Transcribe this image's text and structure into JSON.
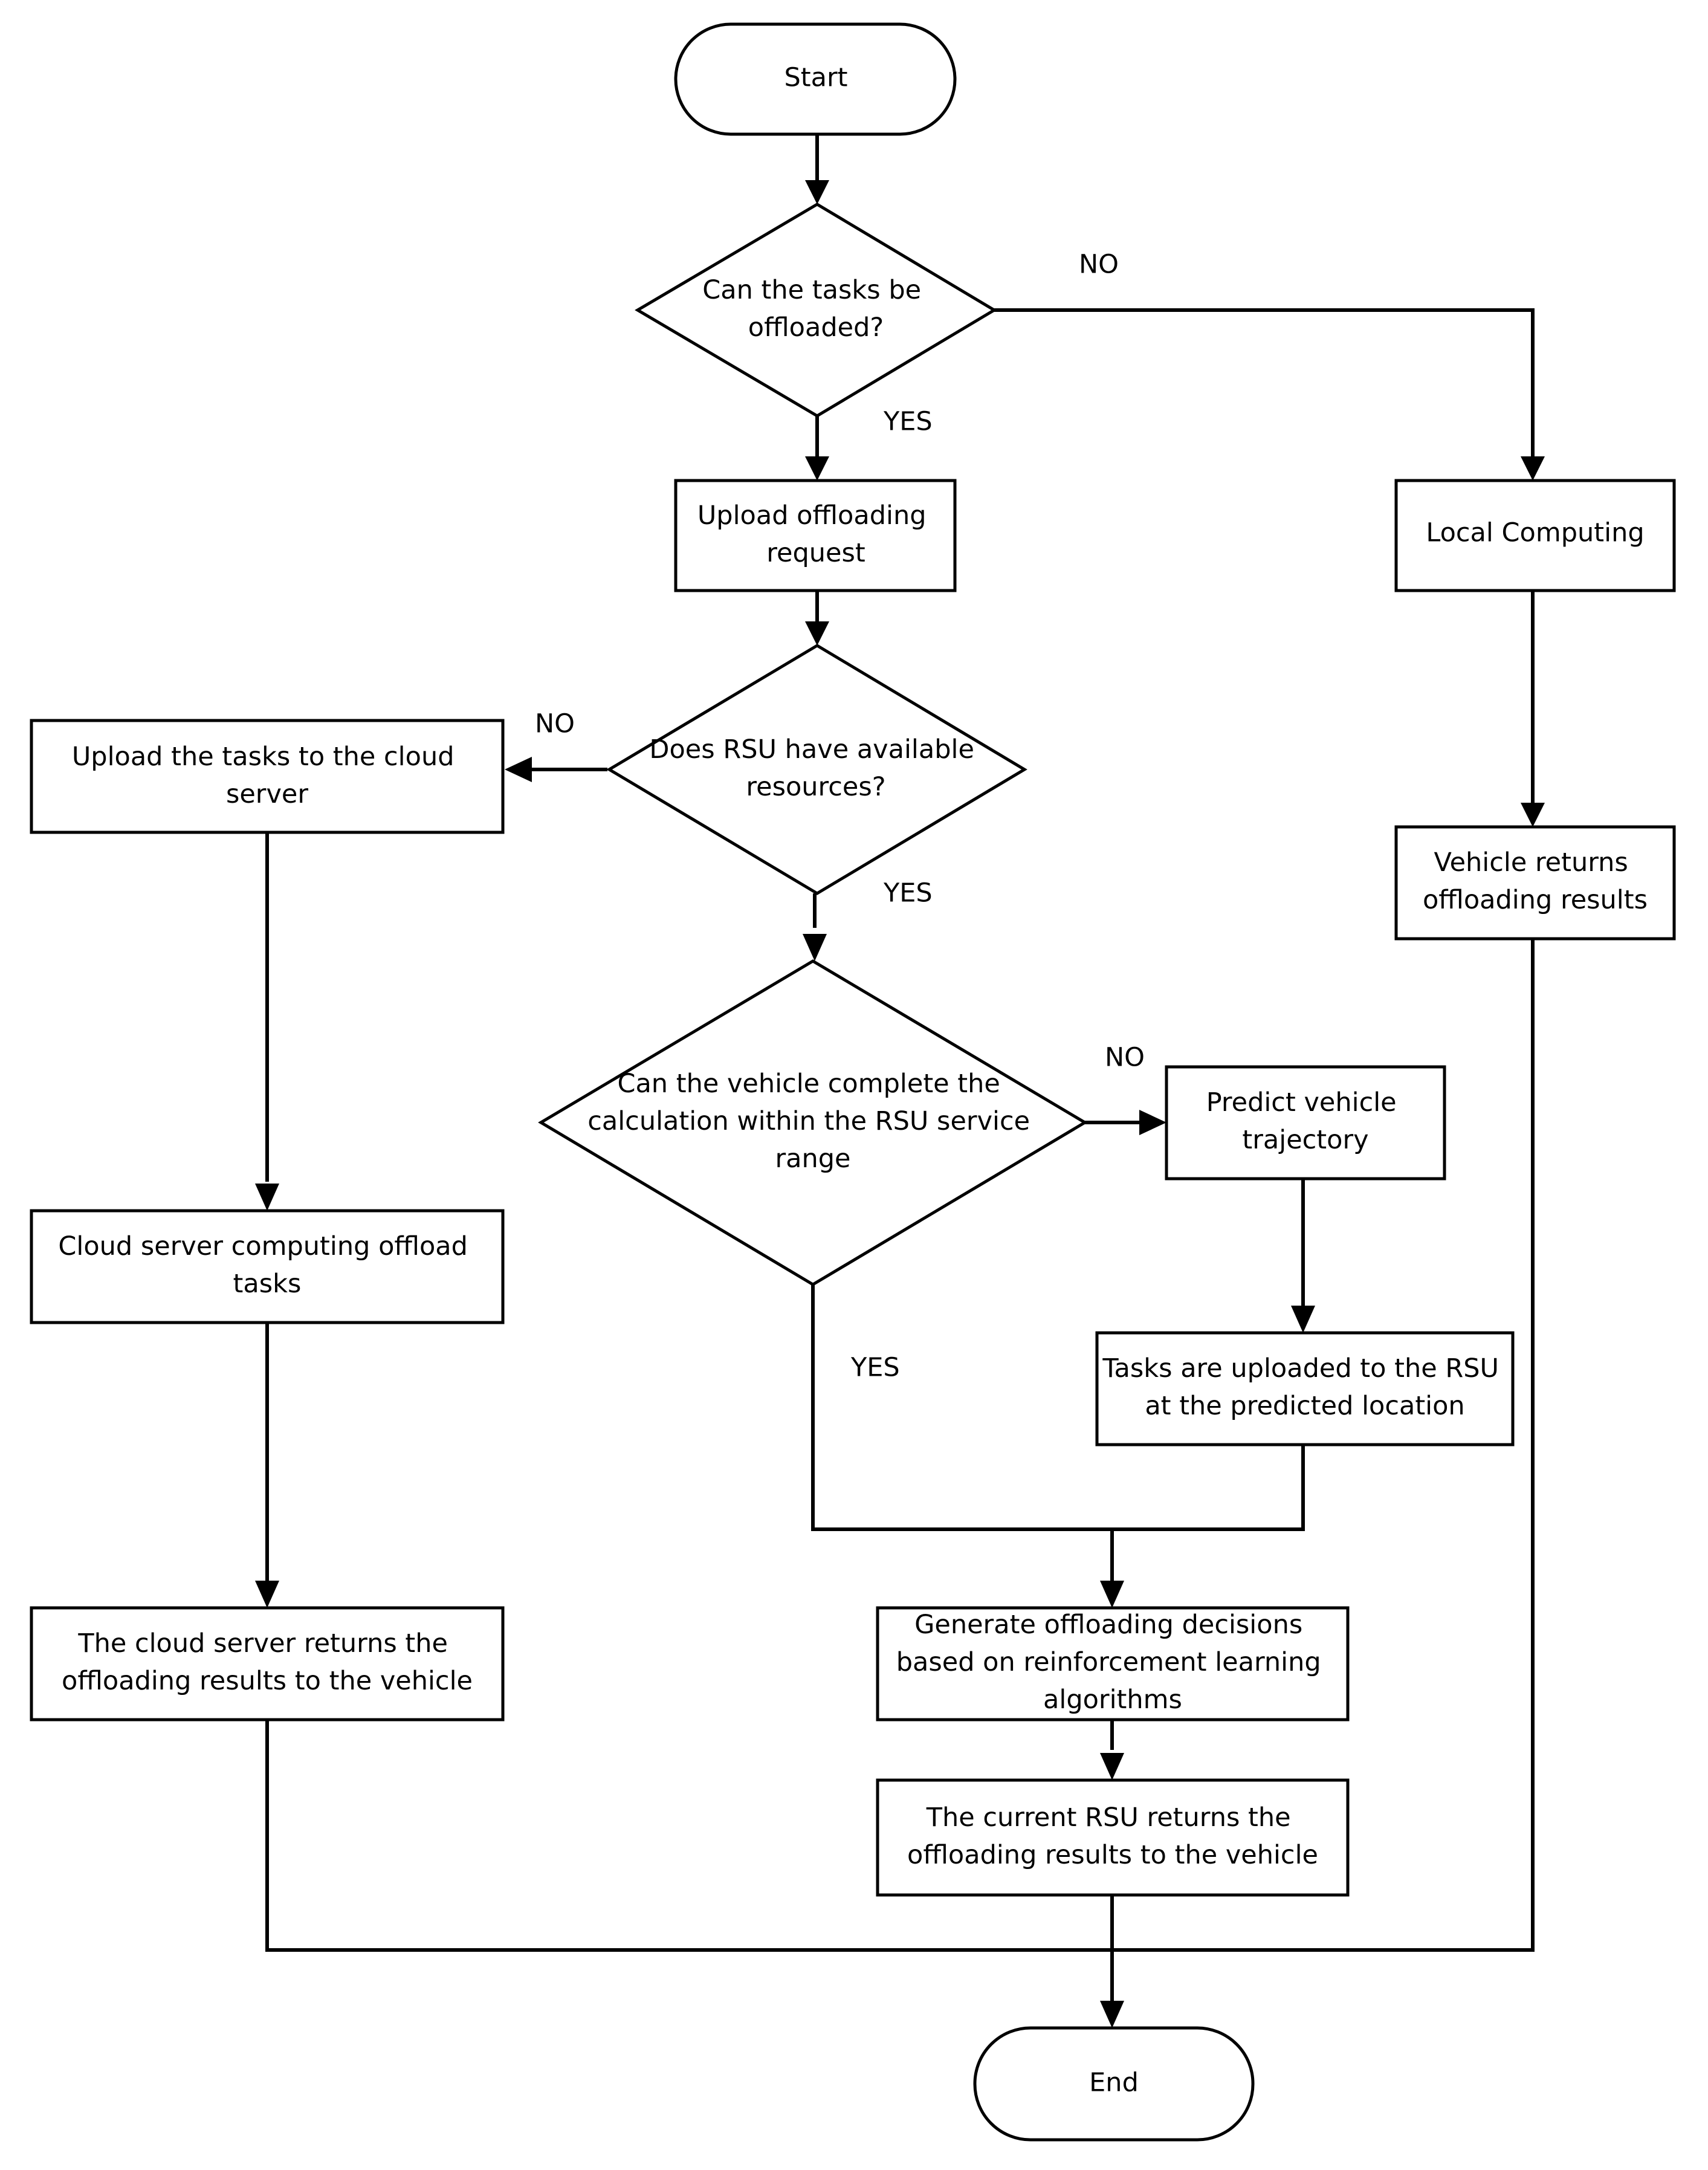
{
  "nodes": {
    "start": "Start",
    "q_offload": [
      "Can the tasks be",
      "offloaded?"
    ],
    "upload_request": [
      "Upload offloading",
      "request"
    ],
    "local_computing": "Local Computing",
    "q_rsu_resources": [
      "Does RSU have available",
      "resources?"
    ],
    "upload_cloud": [
      "Upload the tasks to the cloud",
      "server"
    ],
    "vehicle_returns": [
      "Vehicle returns",
      "offloading results"
    ],
    "q_vehicle_complete": [
      "Can the vehicle complete the",
      "calculation within the RSU service",
      "range"
    ],
    "predict_trajectory": [
      "Predict vehicle",
      "trajectory"
    ],
    "cloud_computing": [
      "Cloud server computing offload",
      "tasks"
    ],
    "tasks_uploaded": [
      "Tasks are uploaded to the RSU",
      "at the predicted location"
    ],
    "cloud_returns": [
      "The cloud server returns the",
      "offloading results to the vehicle"
    ],
    "generate_decisions": [
      "Generate offloading decisions",
      "based on reinforcement learning",
      "algorithms"
    ],
    "rsu_returns": [
      "The current RSU returns the",
      "offloading results to the vehicle"
    ],
    "end": "End"
  },
  "branch_labels": {
    "offload_no": "NO",
    "offload_yes": "YES",
    "resources_no": "NO",
    "resources_yes": "YES",
    "complete_no": "NO",
    "complete_yes": "YES"
  }
}
